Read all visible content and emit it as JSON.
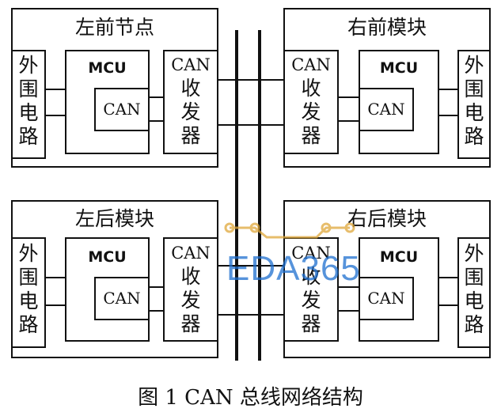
{
  "caption": "图 1  CAN 总线网络结构",
  "watermark": "EDA365",
  "colors": {
    "line": "#111111",
    "watermark": "#1e6fd0",
    "watermark_trace": "#e0a83a"
  },
  "modules": {
    "left_front": {
      "title": "左前节点",
      "periph": [
        "外",
        "围",
        "电",
        "路"
      ],
      "mcu": "MCU",
      "can": "CAN",
      "trans_can": "CAN",
      "trans_lines": [
        "收",
        "发",
        "器"
      ]
    },
    "right_front": {
      "title": "右前模块",
      "periph": [
        "外",
        "围",
        "电",
        "路"
      ],
      "mcu": "MCU",
      "can": "CAN",
      "trans_can": "CAN",
      "trans_lines": [
        "收",
        "发",
        "器"
      ]
    },
    "left_rear": {
      "title": "左后模块",
      "periph": [
        "外",
        "围",
        "电",
        "路"
      ],
      "mcu": "MCU",
      "can": "CAN",
      "trans_can": "CAN",
      "trans_lines": [
        "收",
        "发",
        "器"
      ]
    },
    "right_rear": {
      "title": "右后模块",
      "periph": [
        "外",
        "围",
        "电",
        "路"
      ],
      "mcu": "MCU",
      "can": "CAN",
      "trans_can": "CAN",
      "trans_lines": [
        "收",
        "发",
        "器"
      ]
    }
  }
}
